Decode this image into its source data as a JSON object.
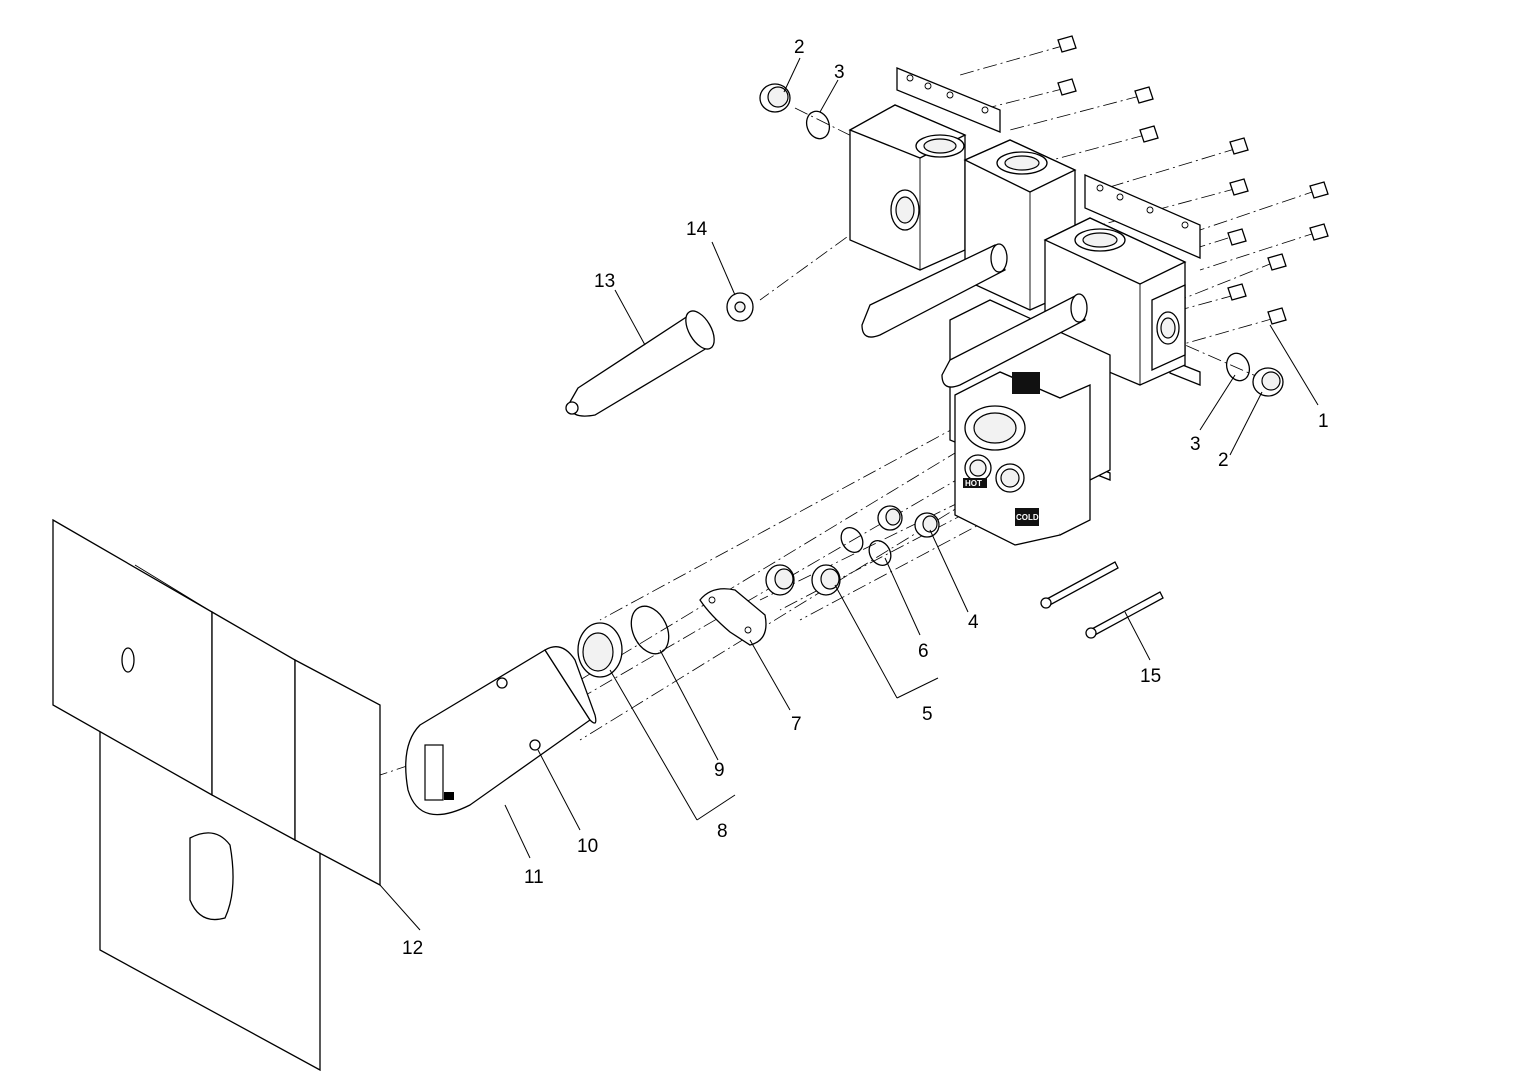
{
  "callouts": [
    {
      "id": "1",
      "text": "1"
    },
    {
      "id": "2a",
      "text": "2"
    },
    {
      "id": "2b",
      "text": "2"
    },
    {
      "id": "3a",
      "text": "3"
    },
    {
      "id": "3b",
      "text": "3"
    },
    {
      "id": "4",
      "text": "4"
    },
    {
      "id": "5",
      "text": "5"
    },
    {
      "id": "6",
      "text": "6"
    },
    {
      "id": "7",
      "text": "7"
    },
    {
      "id": "8",
      "text": "8"
    },
    {
      "id": "9",
      "text": "9"
    },
    {
      "id": "10",
      "text": "10"
    },
    {
      "id": "11",
      "text": "11"
    },
    {
      "id": "12",
      "text": "12"
    },
    {
      "id": "13",
      "text": "13"
    },
    {
      "id": "14",
      "text": "14"
    },
    {
      "id": "15",
      "text": "15"
    }
  ],
  "markings": {
    "hot": "HOT",
    "cold": "COLD"
  }
}
